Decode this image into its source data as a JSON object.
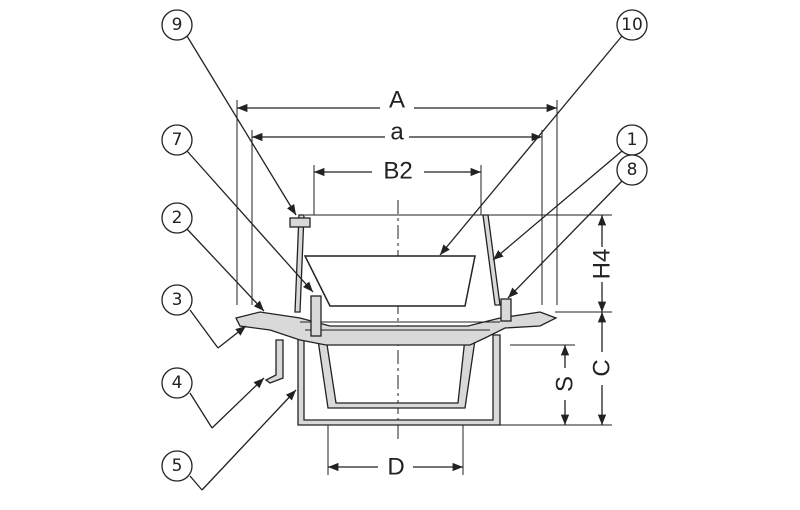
{
  "part_callouts": [
    "9",
    "10",
    "7",
    "1",
    "8",
    "2",
    "3",
    "4",
    "5"
  ],
  "part_callout_glyphs": {
    "9": "⑨",
    "10": "⑩",
    "7": "⑦",
    "1": "①",
    "8": "⑧",
    "2": "②",
    "3": "③",
    "4": "④",
    "5": "⑤"
  },
  "dimensions": {
    "A": "A",
    "a": "a",
    "B2": "B2",
    "H4": "H4",
    "C": "C",
    "S": "S",
    "D": "D"
  },
  "colors": {
    "line": "#222222",
    "part_fill": "#d9d9d9"
  }
}
